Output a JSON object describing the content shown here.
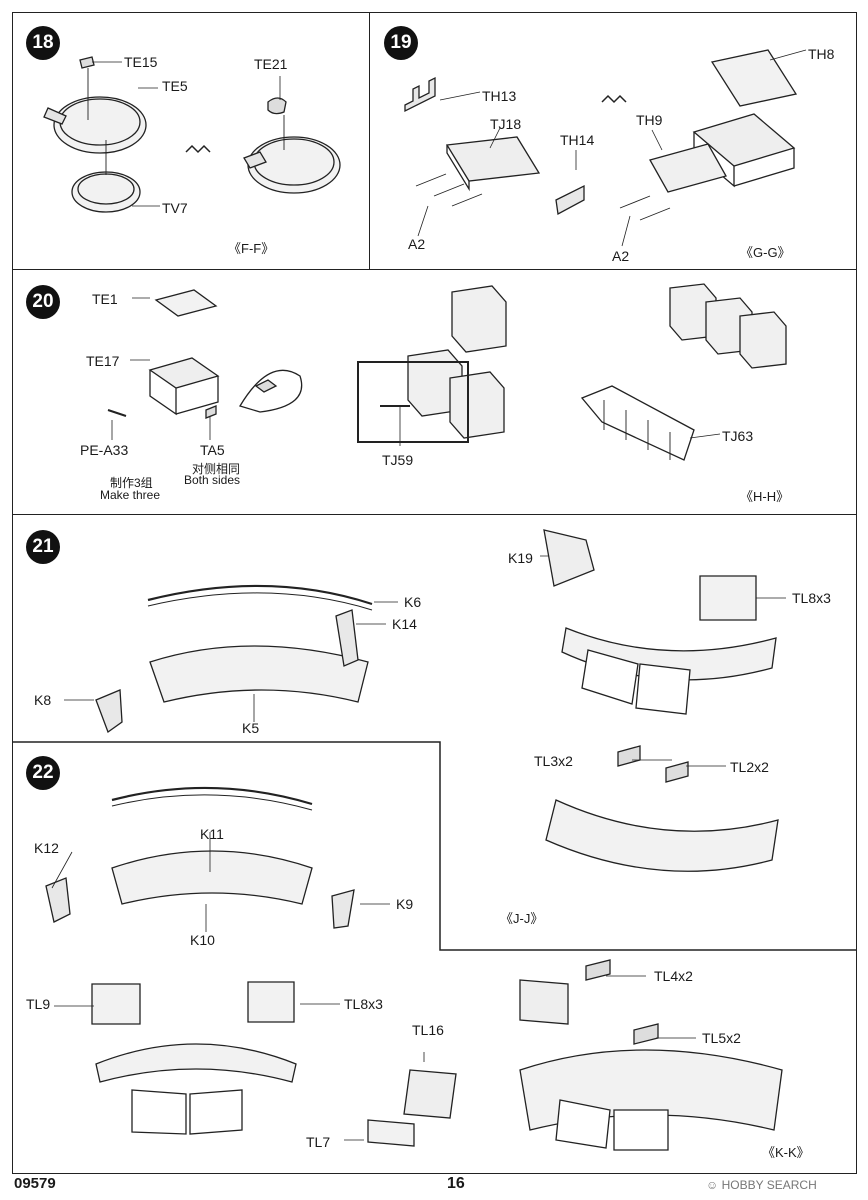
{
  "page": {
    "doc_code": "09579",
    "page_number": "16",
    "watermark": "HOBBY SEARCH"
  },
  "step18": {
    "number": "18",
    "labels": {
      "te15": "TE15",
      "te5": "TE5",
      "te21": "TE21",
      "tv7": "TV7"
    },
    "view": "《F-F》"
  },
  "step19": {
    "number": "19",
    "labels": {
      "th13": "TH13",
      "tj18": "TJ18",
      "th14": "TH14",
      "th9": "TH9",
      "th8": "TH8",
      "a2_left": "A2",
      "a2_right": "A2"
    },
    "view": "《G-G》"
  },
  "step20": {
    "number": "20",
    "labels": {
      "te1": "TE1",
      "te17": "TE17",
      "pea33": "PE-A33",
      "ta5": "TA5",
      "tj59": "TJ59",
      "tj63": "TJ63"
    },
    "note_cn_left": "制作3组",
    "note_en_left": "Make three",
    "note_cn_right": "对侧相同",
    "note_en_right": "Both sides",
    "view": "《H-H》"
  },
  "step21": {
    "number": "21",
    "labels": {
      "k6": "K6",
      "k14": "K14",
      "k8": "K8",
      "k5": "K5",
      "k19": "K19",
      "tl8x3": "TL8x3",
      "tl3x2": "TL3x2",
      "tl2x2": "TL2x2"
    },
    "view": "《J-J》"
  },
  "step22": {
    "number": "22",
    "labels": {
      "k12": "K12",
      "k11": "K11",
      "k10": "K10",
      "k9": "K9",
      "tl9": "TL9",
      "tl8x3": "TL8x3",
      "tl16": "TL16",
      "tl7": "TL7",
      "tl4x2": "TL4x2",
      "tl5x2": "TL5x2"
    },
    "view": "《K-K》"
  }
}
